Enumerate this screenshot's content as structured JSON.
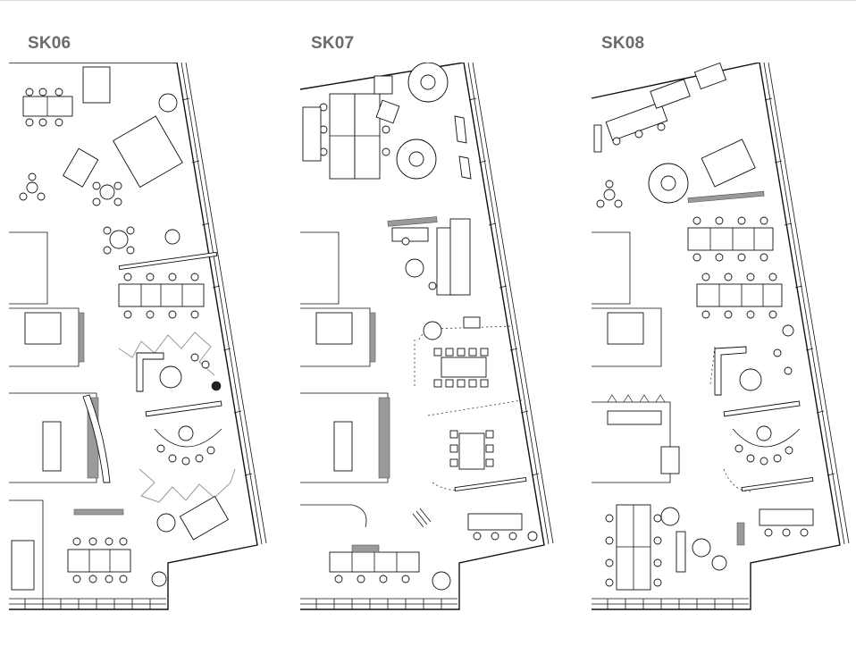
{
  "plans": [
    {
      "id": "sk06",
      "title": "SK06"
    },
    {
      "id": "sk07",
      "title": "SK07"
    },
    {
      "id": "sk08",
      "title": "SK08"
    }
  ]
}
